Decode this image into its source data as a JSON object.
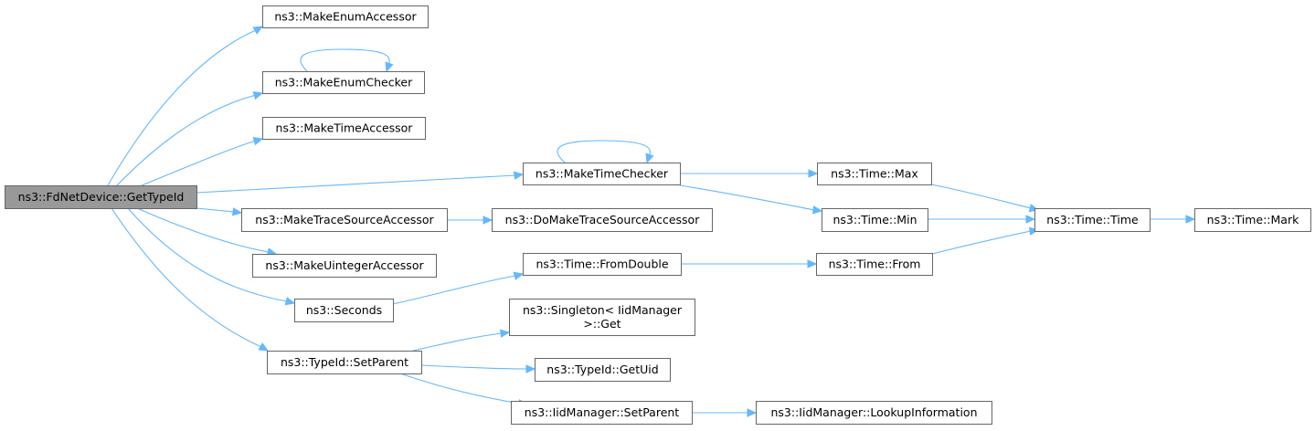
{
  "graph": {
    "nodes": [
      {
        "id": "root",
        "lines": [
          "ns3::FdNetDevice::GetTypeId"
        ],
        "root": true
      },
      {
        "id": "enumAcc",
        "lines": [
          "ns3::MakeEnumAccessor"
        ]
      },
      {
        "id": "enumChk",
        "lines": [
          "ns3::MakeEnumChecker"
        ]
      },
      {
        "id": "timeAcc",
        "lines": [
          "ns3::MakeTimeAccessor"
        ]
      },
      {
        "id": "timeChk",
        "lines": [
          "ns3::MakeTimeChecker"
        ]
      },
      {
        "id": "traceAcc",
        "lines": [
          "ns3::MakeTraceSourceAccessor"
        ]
      },
      {
        "id": "uintAcc",
        "lines": [
          "ns3::MakeUintegerAccessor"
        ]
      },
      {
        "id": "seconds",
        "lines": [
          "ns3::Seconds"
        ]
      },
      {
        "id": "setParentT",
        "lines": [
          "ns3::TypeId::SetParent"
        ]
      },
      {
        "id": "doTrace",
        "lines": [
          "ns3::DoMakeTraceSourceAccessor"
        ]
      },
      {
        "id": "fromDouble",
        "lines": [
          "ns3::Time::FromDouble"
        ]
      },
      {
        "id": "singletonGet",
        "lines": [
          "ns3::Singleton< IidManager",
          ">::Get"
        ]
      },
      {
        "id": "getUid",
        "lines": [
          "ns3::TypeId::GetUid"
        ]
      },
      {
        "id": "iidSetParent",
        "lines": [
          "ns3::IidManager::SetParent"
        ]
      },
      {
        "id": "timeMax",
        "lines": [
          "ns3::Time::Max"
        ]
      },
      {
        "id": "timeMin",
        "lines": [
          "ns3::Time::Min"
        ]
      },
      {
        "id": "timeFrom",
        "lines": [
          "ns3::Time::From"
        ]
      },
      {
        "id": "lookupInfo",
        "lines": [
          "ns3::IidManager::LookupInformation"
        ]
      },
      {
        "id": "timeTime",
        "lines": [
          "ns3::Time::Time"
        ]
      },
      {
        "id": "timeMark",
        "lines": [
          "ns3::Time::Mark"
        ]
      }
    ],
    "edges": [
      {
        "from": "root",
        "to": "enumAcc"
      },
      {
        "from": "root",
        "to": "enumChk"
      },
      {
        "from": "enumChk",
        "to": "enumChk"
      },
      {
        "from": "root",
        "to": "timeAcc"
      },
      {
        "from": "root",
        "to": "timeChk"
      },
      {
        "from": "timeChk",
        "to": "timeChk"
      },
      {
        "from": "root",
        "to": "traceAcc"
      },
      {
        "from": "root",
        "to": "uintAcc"
      },
      {
        "from": "root",
        "to": "seconds"
      },
      {
        "from": "root",
        "to": "setParentT"
      },
      {
        "from": "traceAcc",
        "to": "doTrace"
      },
      {
        "from": "timeChk",
        "to": "timeMax"
      },
      {
        "from": "timeChk",
        "to": "timeMin"
      },
      {
        "from": "seconds",
        "to": "fromDouble"
      },
      {
        "from": "fromDouble",
        "to": "timeFrom"
      },
      {
        "from": "setParentT",
        "to": "singletonGet"
      },
      {
        "from": "setParentT",
        "to": "getUid"
      },
      {
        "from": "setParentT",
        "to": "iidSetParent"
      },
      {
        "from": "iidSetParent",
        "to": "lookupInfo"
      },
      {
        "from": "timeMax",
        "to": "timeTime"
      },
      {
        "from": "timeMin",
        "to": "timeTime"
      },
      {
        "from": "timeFrom",
        "to": "timeTime"
      },
      {
        "from": "timeTime",
        "to": "timeMark"
      }
    ],
    "colors": {
      "edge": "#63b8ff",
      "node_border": "#666666",
      "root_fill": "#999999",
      "node_fill": "#ffffff"
    }
  }
}
